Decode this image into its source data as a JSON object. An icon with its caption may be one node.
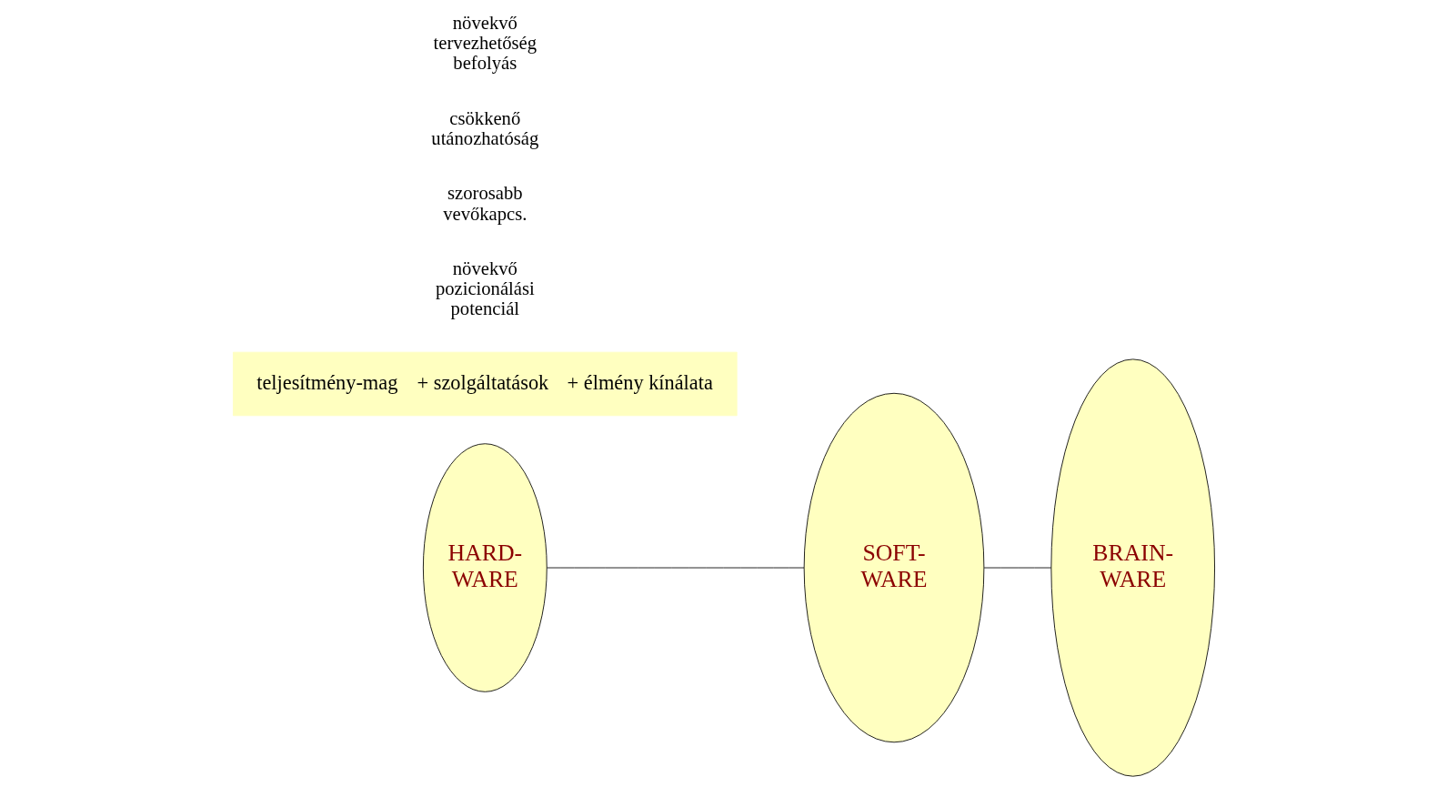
{
  "diagram": {
    "nodes": [
      {
        "text": [
          "HARD- WARE"
        ]
      },
      {
        "text": [
          "SOFT- WARE"
        ]
      },
      {
        "text": [
          "BRAIN- WARE"
        ]
      },
      {
        "text": [
          "teljesítmény-mag",
          "+ szolgáltatások",
          "+ élmény kínálata"
        ]
      }
    ],
    "edges": [
      {
        "from": 0,
        "to": 1,
        "arrow": "none"
      },
      {
        "from": 1,
        "to": 2,
        "arrow": "none"
      }
    ],
    "labels": [
      "növekvő pozicionálási potenciál",
      "szorosabb vevőkapcs.",
      "csökkenő utánozhatóság",
      "növekvő tervezhetőség befolyás"
    ]
  }
}
